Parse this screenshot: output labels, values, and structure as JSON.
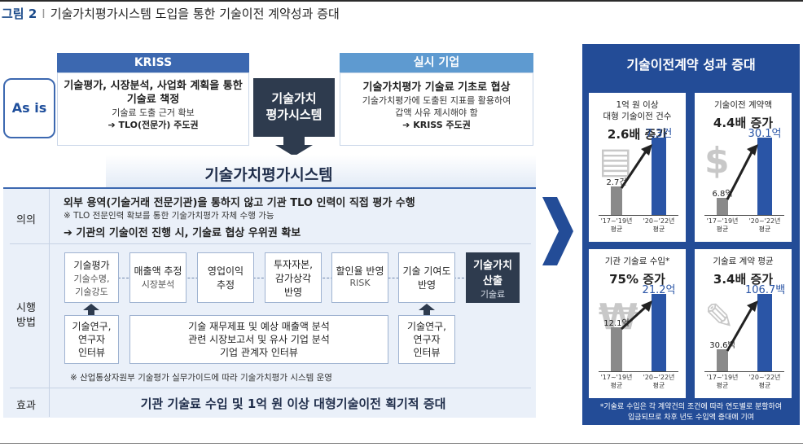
{
  "figure": {
    "label": "그림 2",
    "separator": "I",
    "title": "기술가치평가시스템 도입을 통한 기술이전 계약성과 증대"
  },
  "asis": {
    "label": "As is"
  },
  "kriss": {
    "header": "KRISS",
    "line1": "기술평가, 시장분석, 사업화 계획을 통한",
    "line2": "기술료 책정",
    "line3": "기술료 도출 근거 확보",
    "line4": "TLO(전문가) 주도권"
  },
  "center": {
    "line1": "기술가치",
    "line2": "평가시스템"
  },
  "company": {
    "header": "실시 기업",
    "line1": "기술가치평가 기술료 기초로 협상",
    "line2": "기술가치평가에 도출된 지표를 활용하여",
    "line3": "갑액 사유 제시해야 함",
    "line4": "KRISS 주도권"
  },
  "system": {
    "title": "기술가치평가시스템",
    "row_labels": {
      "meaning": "의의",
      "method_1": "시행",
      "method_2": "방법",
      "effect": "효과"
    },
    "meaning": {
      "main": "외부 용역(기술거래 전문기관)을 통하지 않고 기관 TLO 인력이 직접 평가 수행",
      "note": "※ TLO 전문인력 확보를 통한 기술가치평가 자체 수행 가능",
      "point": "기관의 기술이전 진행 시, 기술료 협상 우위권 확보"
    },
    "steps": [
      {
        "title": "기술평가",
        "sub1": "기술수명,",
        "sub2": "기술강도"
      },
      {
        "title": "매출액 추정",
        "sub1": "시장분석",
        "sub2": ""
      },
      {
        "title": "영업이익",
        "sub1": "추정",
        "sub2": ""
      },
      {
        "title": "투자자본,",
        "sub1": "감가상각",
        "sub2": "반영"
      },
      {
        "title": "할인율 반영",
        "sub1": "RISK",
        "sub2": ""
      },
      {
        "title": "기술 기여도",
        "sub1": "반영",
        "sub2": ""
      }
    ],
    "result": {
      "line1": "기술가치",
      "line2": "산출",
      "line3": "기술료"
    },
    "inputs": {
      "left": {
        "line1": "기술연구,",
        "line2": "연구자",
        "line3": "인터뷰"
      },
      "middle": {
        "line1": "기술 재무제표 및 예상 매출액 분석",
        "line2": "관련 시장보고서 및 유사 기업 분석",
        "line3": "기업 관계자 인터뷰"
      },
      "right": {
        "line1": "기술연구,",
        "line2": "연구자",
        "line3": "인터뷰"
      }
    },
    "footnote": "※ 산업통상자원부 기술평가 실무가이드에 따라 기술가치평가 시스템 운영",
    "effect": "기관 기술료 수입 및 1억 원 이상 대형기술이전 획기적 증대"
  },
  "results": {
    "title": "기술이전계약 성과 증대",
    "cells": [
      {
        "title1": "1억 원 이상",
        "title2": "대형 기술이전 건수",
        "headline": "2.6배 증가",
        "before_label": "2.7건",
        "after_label": "7.3건",
        "before": 2.7,
        "after": 7.3,
        "icon": "document-icon"
      },
      {
        "title1": "기술이전 계약액",
        "title2": "",
        "headline": "4.4배 증가",
        "before_label": "6.8억",
        "after_label": "30.1억",
        "before": 6.8,
        "after": 30.1,
        "icon": "money-hand-icon"
      },
      {
        "title1": "기관 기술료 수입*",
        "title2": "",
        "headline": "75% 증가",
        "before_label": "12.1억",
        "after_label": "21.2억",
        "before": 12.1,
        "after": 21.2,
        "icon": "won-icon"
      },
      {
        "title1": "기술료 계약 평균",
        "title2": "",
        "headline": "3.4배 증가",
        "before_label": "30.6백",
        "after_label": "106.7백",
        "before": 30.6,
        "after": 106.7,
        "icon": "contract-icon"
      }
    ],
    "axis": {
      "before_1": "'17~'19년",
      "before_2": "평균",
      "after_1": "'20~'22년",
      "after_2": "평균"
    },
    "footnote1": "*기술료 수입은 각 계약건의 조건에 따라 연도별로 분할하여",
    "footnote2": "입금되므로 차후 년도 수입액 증대에 기여"
  },
  "colors": {
    "navy": "#234c97",
    "blue": "#3c68b0",
    "lightblue": "#5e9ad0",
    "dark": "#2e3b4e",
    "panel": "#eaf0f9"
  }
}
